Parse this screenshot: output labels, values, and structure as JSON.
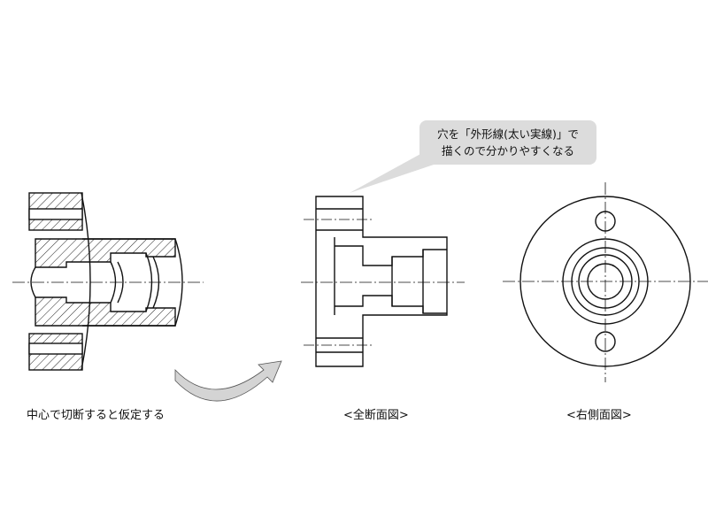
{
  "captions": {
    "left": "中心で切断すると仮定する",
    "center": "<全断面図>",
    "right": "<右側面図>"
  },
  "callout": {
    "line1": "穴を「外形線(太い実線)」で",
    "line2": "描くので分かりやすくなる"
  },
  "colors": {
    "line": "#111111",
    "hatch": "#222222",
    "callout_bg": "#dcdcdc",
    "arrow_fill": "#d4d4d4"
  }
}
